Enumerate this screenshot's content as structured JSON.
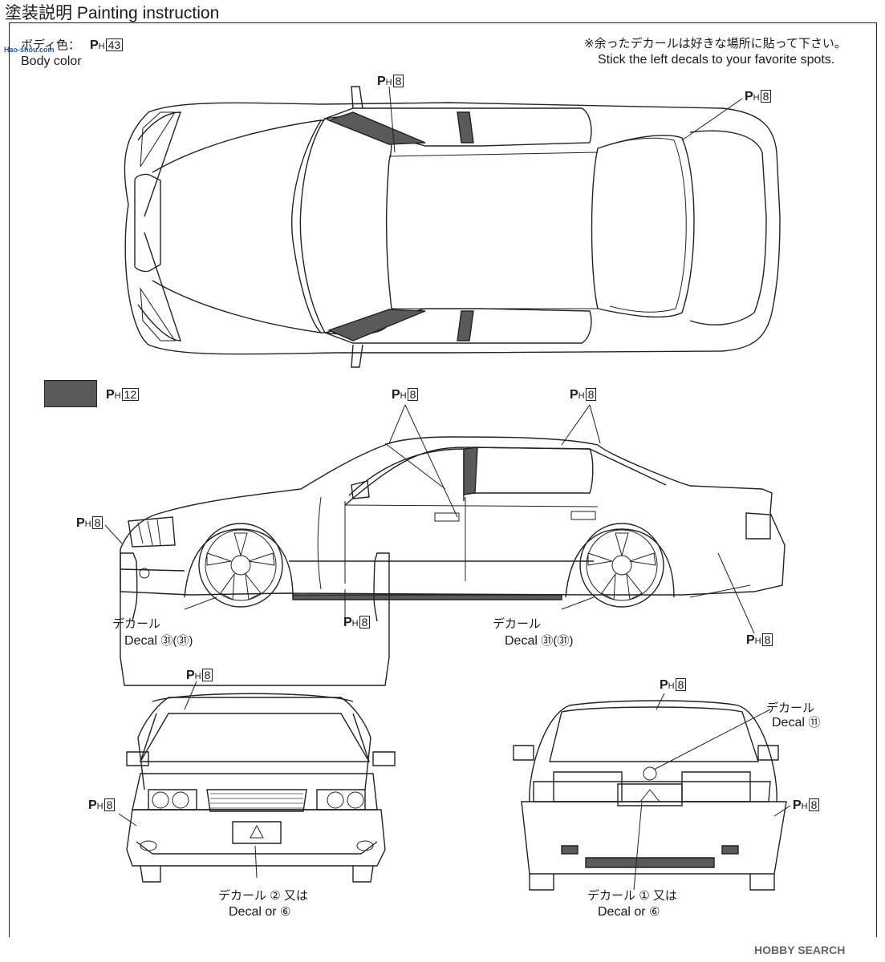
{
  "header": {
    "title_jp": "塗装説明",
    "title_en": "Painting instruction"
  },
  "body_color": {
    "label_jp": "ボディ色：",
    "label_en": "Body color",
    "paint_p": "P",
    "paint_h": "H",
    "paint_num": "43"
  },
  "note": {
    "jp": "※余ったデカールは好きな場所に貼って下さい。",
    "en": "Stick the left decals to your favorite spots."
  },
  "swatch": {
    "color": "#5a5a5a",
    "paint_p": "P",
    "paint_h": "H",
    "paint_num": "12"
  },
  "paint_ref": {
    "p": "P",
    "h": "H",
    "num8": "8"
  },
  "decals": {
    "side_front": {
      "jp": "デカール",
      "en": "Decal",
      "num": "㉛",
      "alt": "(㉛)"
    },
    "side_rear": {
      "jp": "デカール",
      "en": "Decal",
      "num": "㉛",
      "alt": "(㉛)"
    },
    "rear_emblem": {
      "jp": "デカール",
      "en": "Decal",
      "num": "⑪"
    },
    "front_plate": {
      "jp": "デカール",
      "en": "Decal",
      "num1": "②",
      "or_jp": "又は",
      "or_en": "or",
      "num2": "⑥"
    },
    "rear_plate": {
      "jp": "デカール",
      "en": "Decal",
      "num1": "①",
      "or_jp": "又は",
      "or_en": "or",
      "num2": "⑥"
    }
  },
  "watermark": {
    "top_left": "Hao-shou.com",
    "bottom_right": "HOBBY SEARCH"
  }
}
